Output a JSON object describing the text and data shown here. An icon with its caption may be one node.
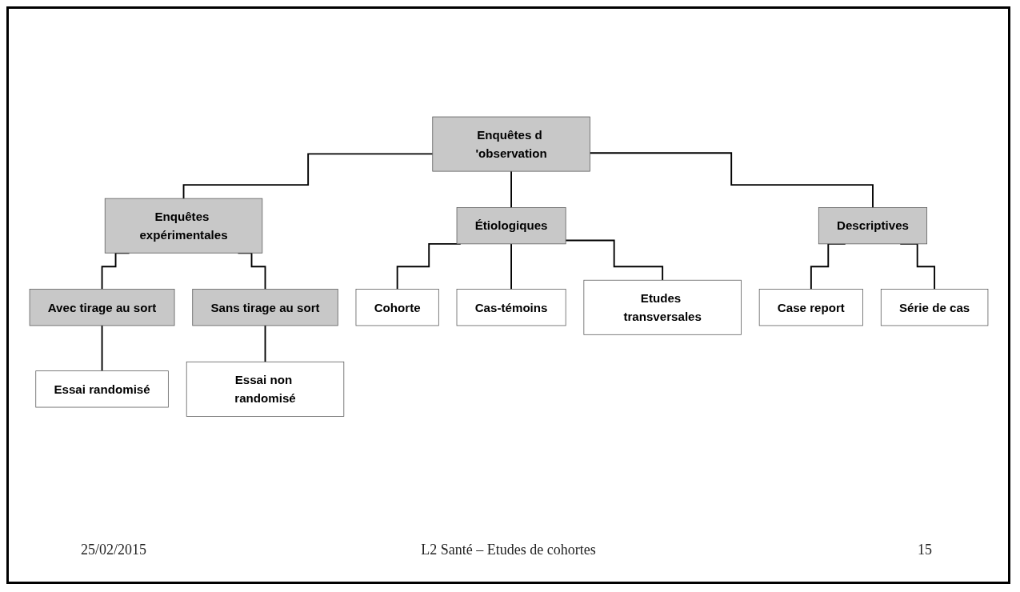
{
  "diagram": {
    "nodes": [
      {
        "text": [
          "Enquêtes d 'observation"
        ]
      },
      {
        "text": [
          "Enquêtes expérimentales"
        ]
      },
      {
        "text": [
          "Étiologiques"
        ]
      },
      {
        "text": [
          "Descriptives"
        ]
      },
      {
        "text": [
          "Avec tirage au sort"
        ]
      },
      {
        "text": [
          "Sans tirage au sort"
        ]
      },
      {
        "text": [
          "Cohorte"
        ]
      },
      {
        "text": [
          "Cas-témoins"
        ]
      },
      {
        "text": [
          "Etudes transversales"
        ]
      },
      {
        "text": [
          "Case report"
        ]
      },
      {
        "text": [
          "Série de cas"
        ]
      },
      {
        "text": [
          "Essai randomisé"
        ]
      },
      {
        "text": [
          "Essai non randomisé"
        ]
      }
    ],
    "edges": [
      {
        "from": 0,
        "to": 1,
        "arrow": "none"
      },
      {
        "from": 0,
        "to": 2,
        "arrow": "none"
      },
      {
        "from": 0,
        "to": 3,
        "arrow": "none"
      },
      {
        "from": 1,
        "to": 4,
        "arrow": "none"
      },
      {
        "from": 1,
        "to": 5,
        "arrow": "none"
      },
      {
        "from": 2,
        "to": 6,
        "arrow": "none"
      },
      {
        "from": 2,
        "to": 7,
        "arrow": "none"
      },
      {
        "from": 2,
        "to": 8,
        "arrow": "none"
      },
      {
        "from": 3,
        "to": 9,
        "arrow": "none"
      },
      {
        "from": 3,
        "to": 10,
        "arrow": "none"
      },
      {
        "from": 4,
        "to": 11,
        "arrow": "none"
      },
      {
        "from": 5,
        "to": 12,
        "arrow": "none"
      }
    ],
    "labels": [
      "25/02/2015",
      "L2 Santé – Etudes de cohortes",
      "15"
    ]
  }
}
